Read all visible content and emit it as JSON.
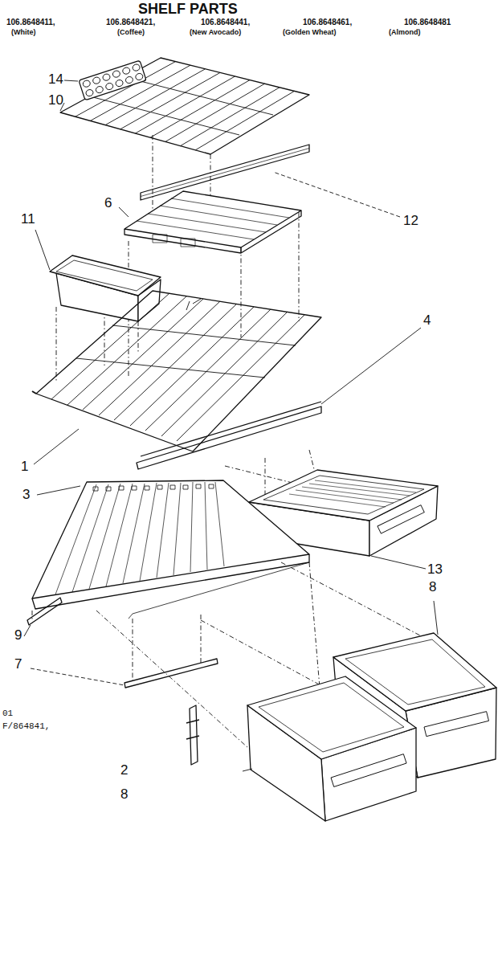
{
  "diagram": {
    "title": "SHELF PARTS",
    "labels": [
      "106.8648411,",
      "106.8648421,",
      "106.8648441,",
      "106.8648461,",
      "106.8648481",
      "(White)",
      "(Coffee)",
      "(New Avocado)",
      "(Golden Wheat)",
      "(Almond)",
      "14",
      "10",
      "12",
      "6",
      "11",
      "4",
      "1",
      "3",
      "13",
      "8",
      "9",
      "7",
      "01",
      "F/864841,",
      "2",
      "8"
    ]
  }
}
